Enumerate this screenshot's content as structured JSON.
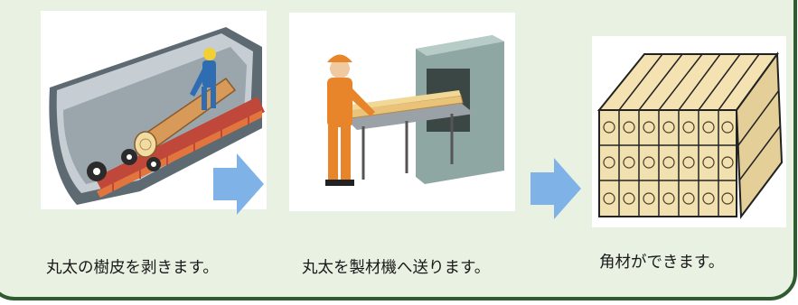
{
  "steps": [
    {
      "caption": "丸太の樹皮を剥きます。",
      "illustration": "log-debarking-machine"
    },
    {
      "caption": "丸太を製材機へ送ります。",
      "illustration": "worker-feeding-sawmill"
    },
    {
      "caption": "角材ができます。",
      "illustration": "stacked-square-lumber"
    }
  ],
  "arrow_icon": "right-arrow-icon",
  "colors": {
    "panel_bg": "#e9f1e3",
    "panel_border": "#2e5c2e",
    "arrow_fill": "#7fb2e6"
  }
}
